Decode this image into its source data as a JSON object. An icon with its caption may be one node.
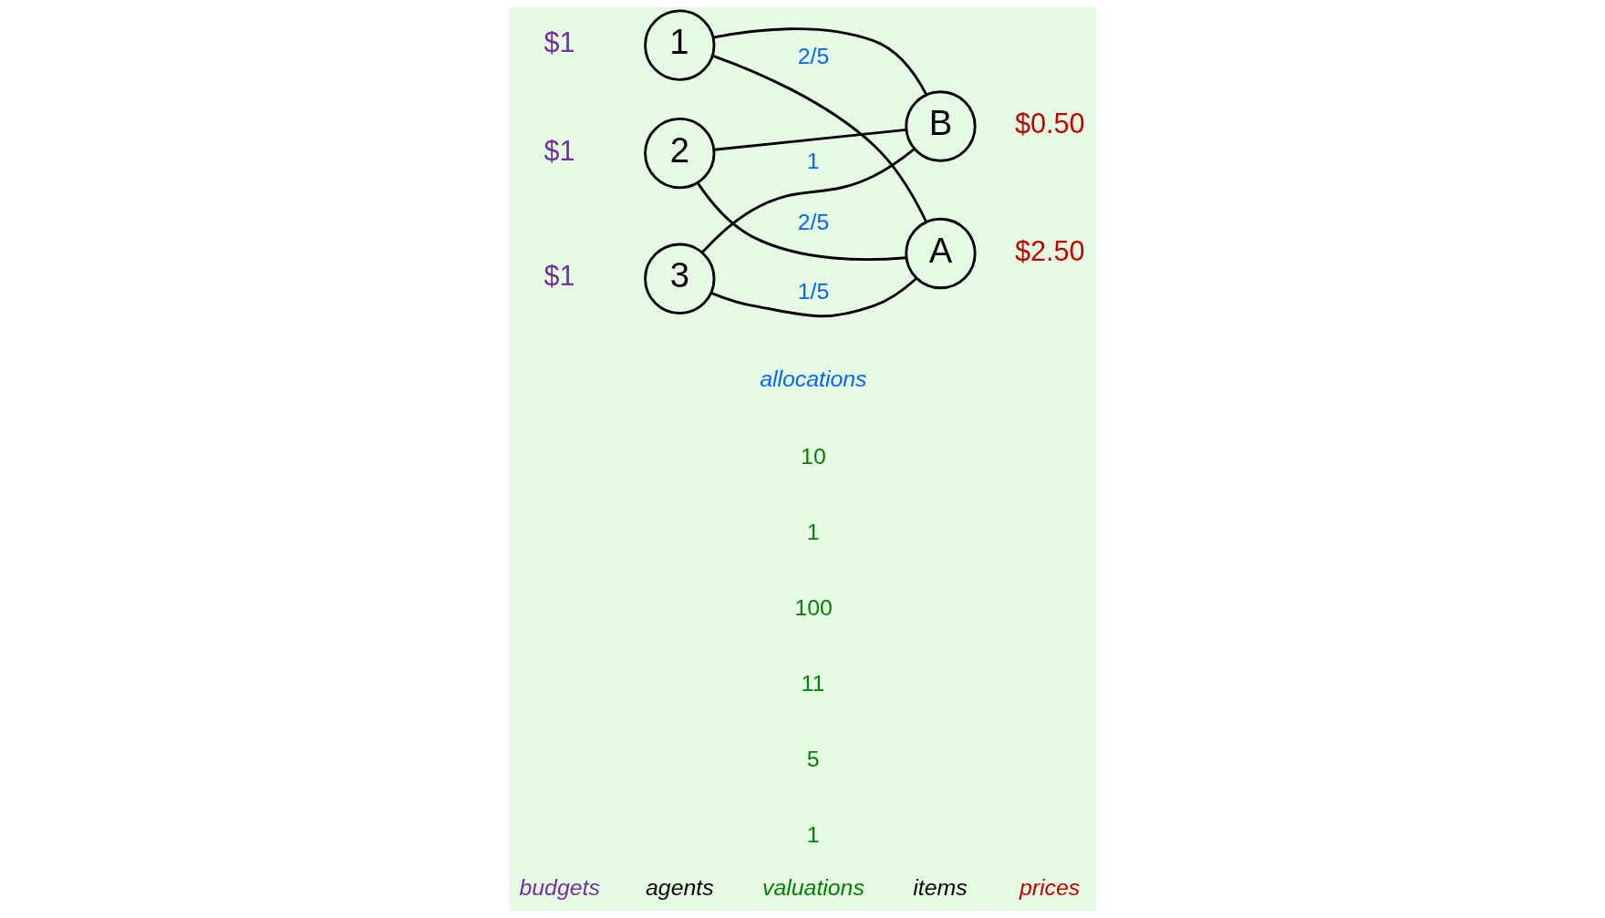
{
  "diagram": {
    "nodes": [
      {
        "text": [
          "1"
        ],
        "beside": [
          "$1"
        ]
      },
      {
        "text": [
          "2"
        ],
        "beside": [
          "$1"
        ]
      },
      {
        "text": [
          "3"
        ],
        "beside": [
          "$1"
        ]
      },
      {
        "text": [
          "A"
        ],
        "beside": [
          "$2.50"
        ]
      },
      {
        "text": [
          "B"
        ],
        "beside": [
          "$0.50"
        ]
      }
    ],
    "edges": [
      {
        "from": 0,
        "to": 3,
        "arrow": "none",
        "label": "2/5"
      },
      {
        "from": 0,
        "to": 4,
        "arrow": "none"
      },
      {
        "from": 1,
        "to": 3,
        "arrow": "none",
        "label": "2/5"
      },
      {
        "from": 1,
        "to": 4,
        "arrow": "none"
      },
      {
        "from": 2,
        "to": 3,
        "arrow": "none",
        "label": "1/5"
      },
      {
        "from": 2,
        "to": 4,
        "arrow": "none",
        "label": "1"
      }
    ],
    "labels": [
      "agents",
      "items",
      "budgets",
      "valuations",
      "allocations",
      "prices",
      "10",
      "1",
      "100",
      "11",
      "5",
      "1"
    ]
  }
}
